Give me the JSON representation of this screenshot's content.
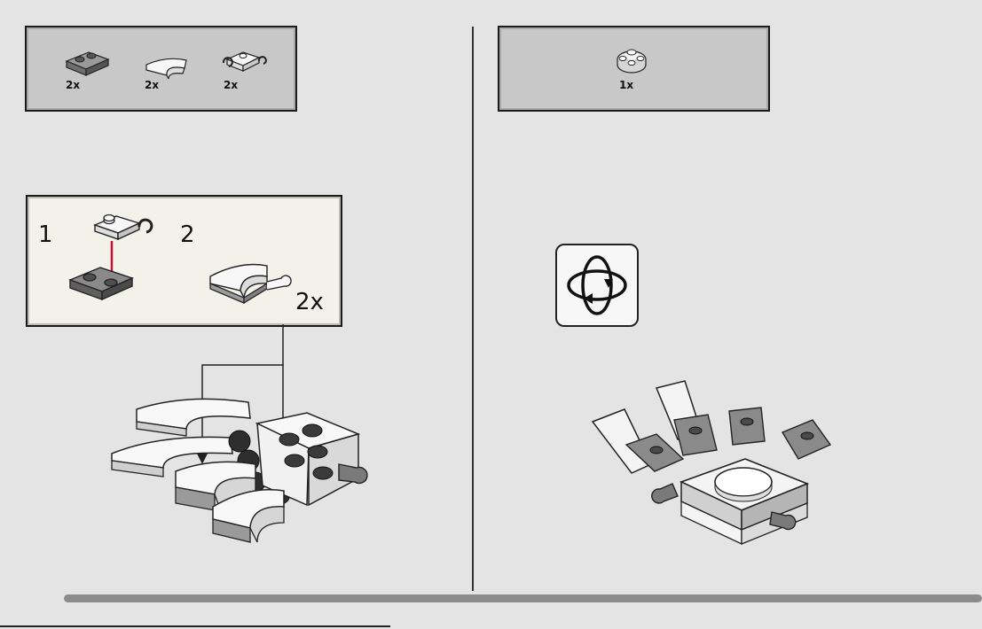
{
  "step_left": {
    "parts": [
      {
        "qty": "2x",
        "name": "dark-plate-1x2"
      },
      {
        "qty": "2x",
        "name": "white-curved-slope"
      },
      {
        "qty": "2x",
        "name": "white-clip-plate"
      }
    ],
    "substeps": [
      {
        "number": "1"
      },
      {
        "number": "2"
      }
    ],
    "multiplier": "2x"
  },
  "step_right": {
    "parts": [
      {
        "qty": "1x",
        "name": "white-round-plate-2x2"
      }
    ],
    "icon": "rotate-model-icon"
  },
  "colors": {
    "background": "#e4e4e4",
    "parts_box": "#c8c8c8",
    "substep_box": "#f3f2ea",
    "arrow_red": "#c8102e"
  }
}
